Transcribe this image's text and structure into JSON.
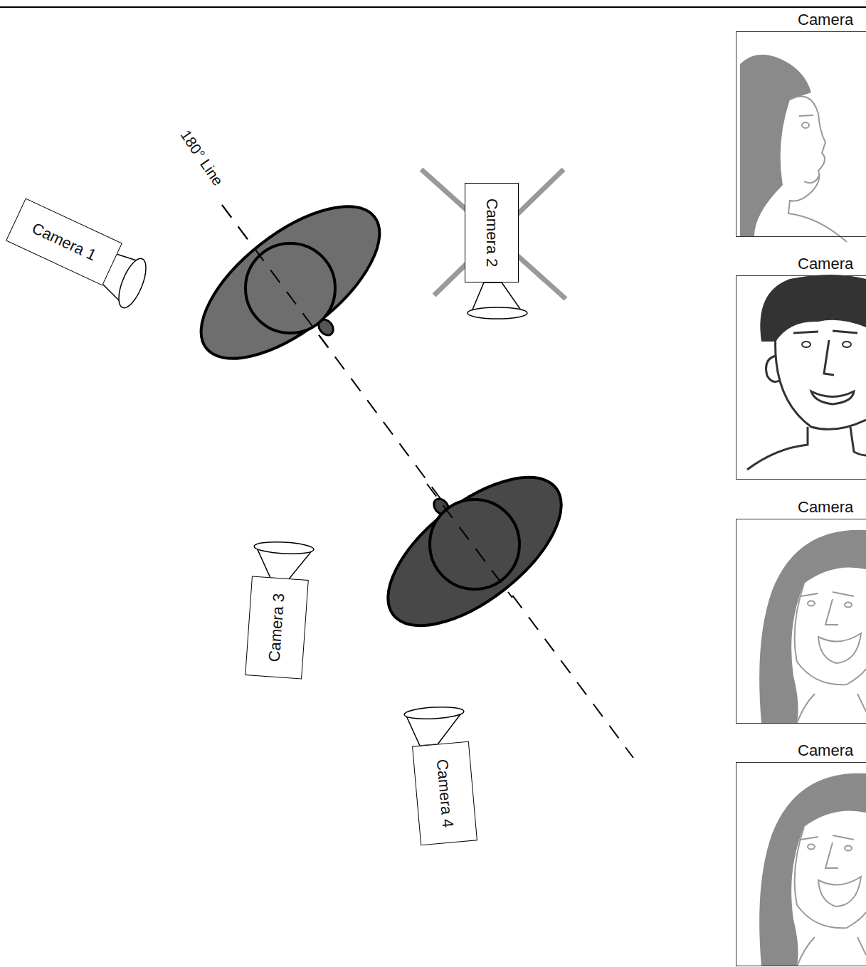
{
  "diagram": {
    "nodes": [
      {
        "text": [
          "Camera 1"
        ]
      },
      {
        "text": [
          "Camera 2"
        ]
      },
      {
        "text": [
          "Camera 3"
        ]
      },
      {
        "text": [
          "Camera 4"
        ]
      },
      {
        "text": [
          "Camera"
        ]
      },
      {
        "text": [
          "Camera"
        ]
      },
      {
        "text": [
          "Camera"
        ]
      },
      {
        "text": [
          "Camera"
        ]
      }
    ],
    "edges": [],
    "labels": [
      "180° Line"
    ]
  }
}
